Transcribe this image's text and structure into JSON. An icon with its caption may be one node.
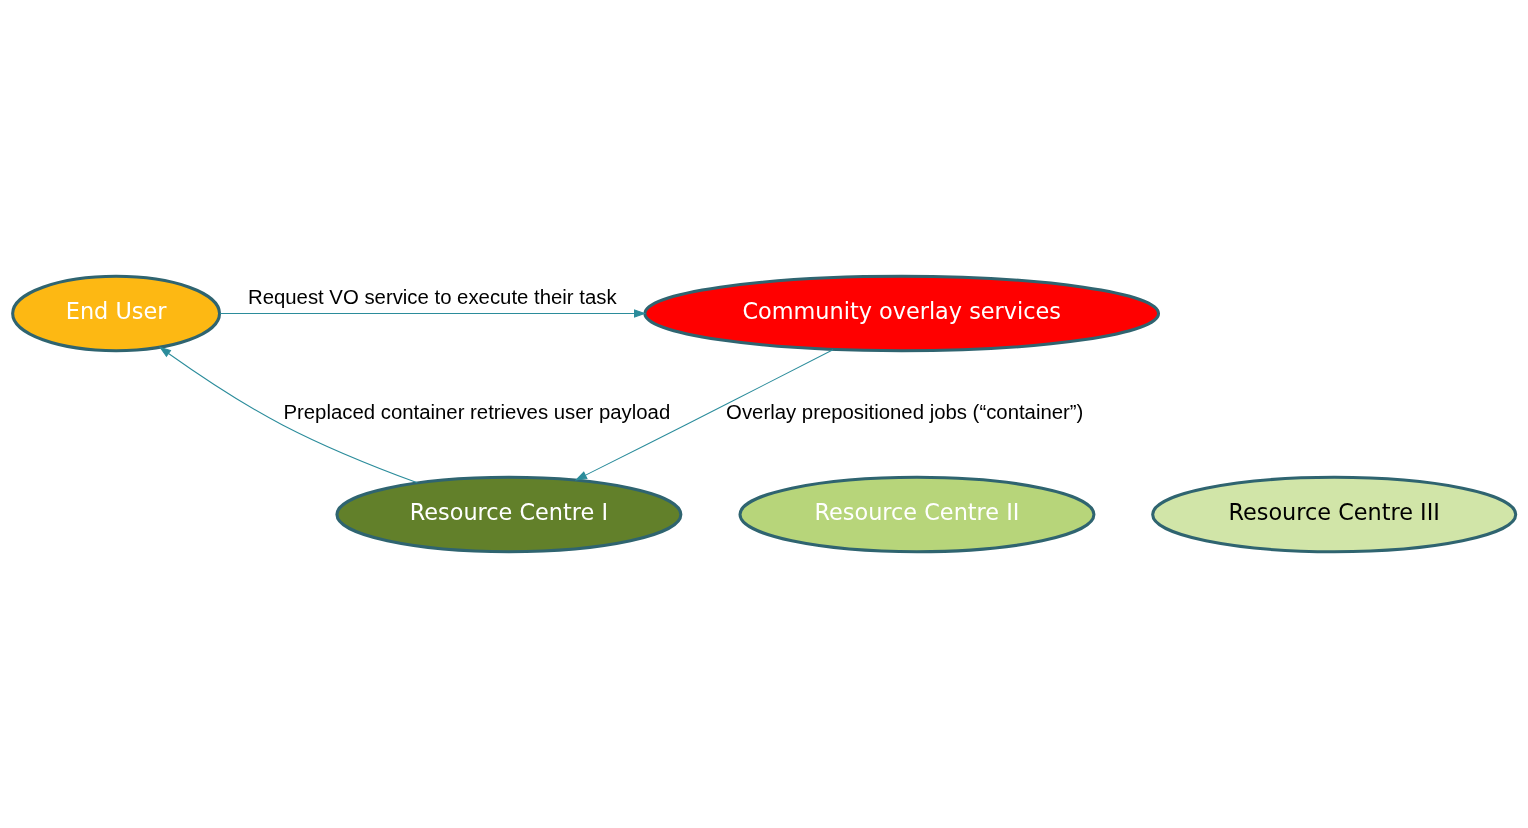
{
  "diagram": {
    "nodes": [
      {
        "text": [
          "End User"
        ]
      },
      {
        "text": [
          "Community overlay services"
        ]
      },
      {
        "text": [
          "Resource Centre I"
        ]
      },
      {
        "text": [
          "Resource Centre II"
        ]
      },
      {
        "text": [
          "Resource Centre III"
        ]
      }
    ],
    "edges": [
      {
        "from": 0,
        "to": 1,
        "arrow": "to",
        "label": "Request VO service to execute their task"
      },
      {
        "from": 1,
        "to": 2,
        "arrow": "to",
        "label": "Overlay prepositioned jobs (“container”)"
      },
      {
        "from": 2,
        "to": 0,
        "arrow": "to",
        "label": "Preplaced container retrieves user payload"
      }
    ]
  }
}
